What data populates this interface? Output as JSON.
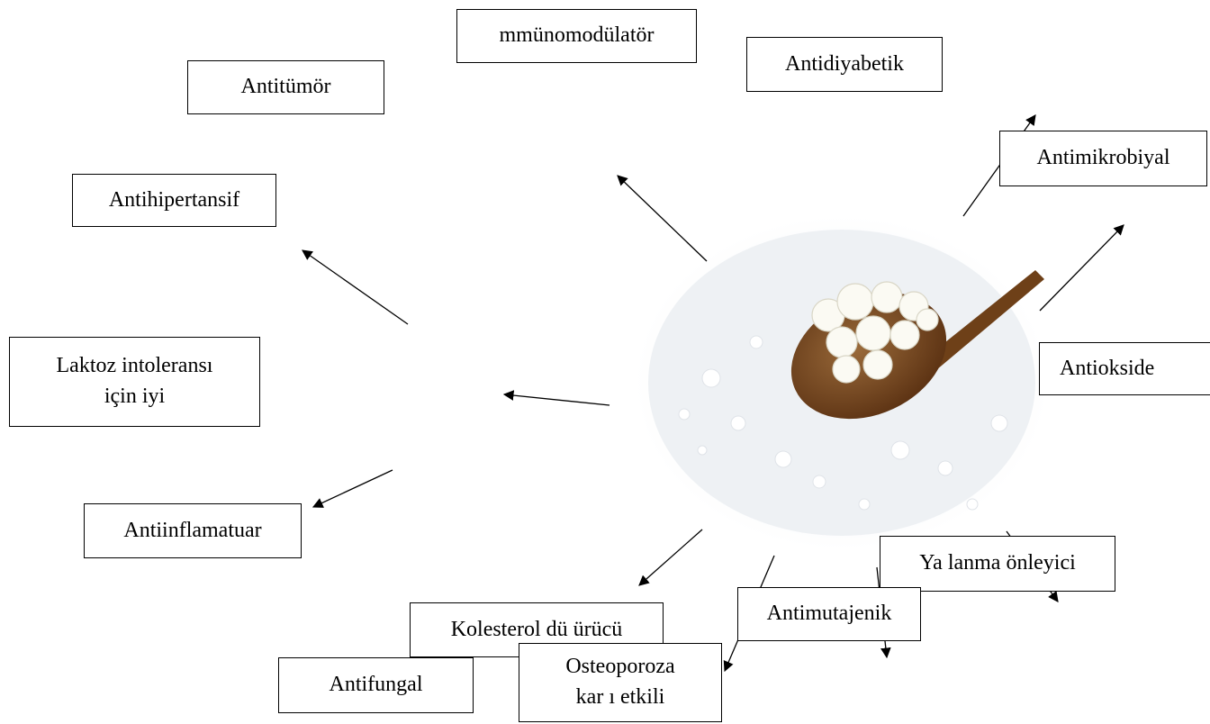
{
  "labels": {
    "immunomodulator": "mmünomodülatör",
    "antidiabetic": "Antidiyabetik",
    "antitumor": "Antitümör",
    "antimicrobial": "Antimikrobiyal",
    "antihypertensive": "Antihipertansif",
    "lactose_line1": "Laktoz intoleransı",
    "lactose_line2": "için iyi",
    "antioxidant": "Antiokside",
    "antiinflammatory": "Antiinflamatuar",
    "antiaging": "Ya lanma önleyici",
    "antimutagenic": "Antimutajenik",
    "cholesterol": "Kolesterol dü ürücü",
    "antifungal": "Antifungal",
    "osteo_line1": "Osteoporoza",
    "osteo_line2": "kar ı etkili"
  },
  "colors": {
    "line": "#000000",
    "milk": "#f3f5f7",
    "spoon": "#7a4a22"
  }
}
